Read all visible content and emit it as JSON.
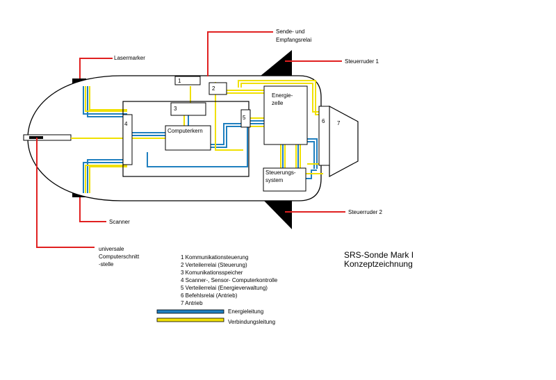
{
  "colors": {
    "energy": "#1f7fbf",
    "signal": "#f0e000",
    "callout": "#e02020",
    "outline": "#000000"
  },
  "callouts": {
    "sende": [
      "Sende- und",
      "Empfangsrelai"
    ],
    "lasermarker": "Lasermarker",
    "steuerruder1": "Steuerruder 1",
    "steuerruder2": "Steuerruder 2",
    "scanner": "Scanner",
    "schnittstelle": [
      "universale",
      "Computerschnitt",
      "-stelle"
    ]
  },
  "components": {
    "c1": "1",
    "c2": "2",
    "c3": "3",
    "c4": "4",
    "c5": "5",
    "c6": "6",
    "c7": "7",
    "computerkern": "Computerkern",
    "energiezelle": [
      "Energie-",
      "zelle"
    ],
    "steuerungssystem": [
      "Steuerungs-",
      "system"
    ]
  },
  "legend": {
    "items": [
      "1 Kommunikationsteuerung",
      "2 Verteilerrelai (Steuerung)",
      "3 Komunikationsspeicher",
      "4 Scanner-, Sensor- Computerkontrolle",
      "5 Verteilerrelai (Energieverwaltung)",
      "6 Befehlsrelai (Antrieb)",
      "7 Antrieb"
    ],
    "energy_label": "Energieleitung",
    "signal_label": "Verbindungsleitung"
  },
  "title": [
    "SRS-Sonde Mark I",
    "Konzeptzeichnung"
  ]
}
